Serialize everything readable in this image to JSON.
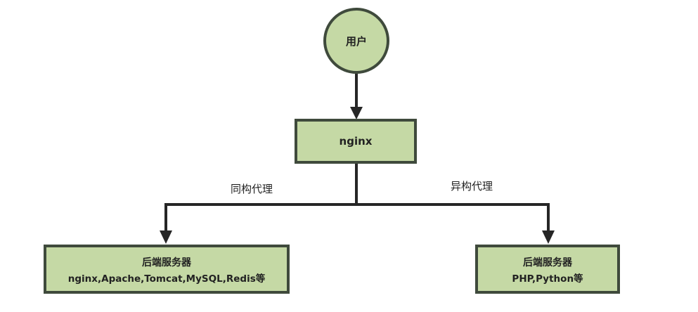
{
  "diagram": {
    "colors": {
      "node_fill": "#c5d9a5",
      "node_stroke": "#3f4a3c",
      "edge": "#262626",
      "text": "#222222"
    },
    "nodes": {
      "user": {
        "label": "用户",
        "shape": "circle"
      },
      "nginx": {
        "label": "nginx",
        "shape": "rectangle"
      },
      "backend_left": {
        "line1": "后端服务器",
        "line2": "nginx,Apache,Tomcat,MySQL,Redis等",
        "shape": "rectangle"
      },
      "backend_right": {
        "line1": "后端服务器",
        "line2": "PHP,Python等",
        "shape": "rectangle"
      }
    },
    "edges": {
      "homogeneous_label": "同构代理",
      "heterogeneous_label": "异构代理"
    }
  }
}
